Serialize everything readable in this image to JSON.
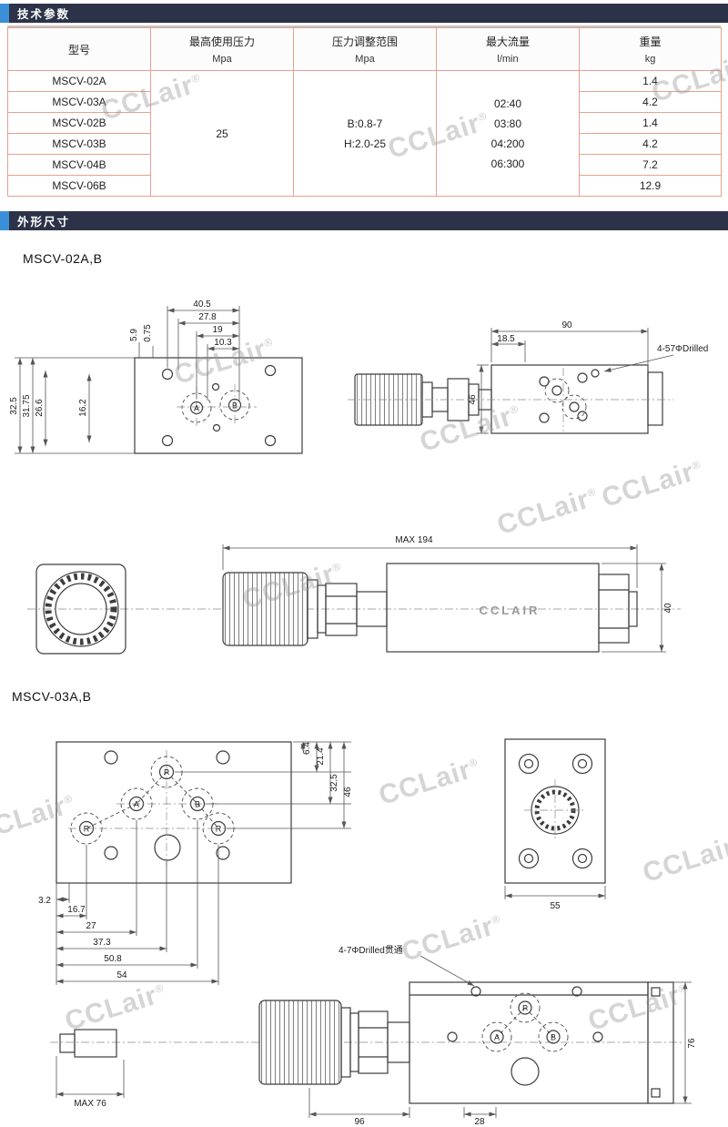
{
  "sections": {
    "tech": "技术参数",
    "dims": "外形尺寸"
  },
  "table": {
    "col_model": "型号",
    "col_pressure": "最高使用压力",
    "col_pressure_unit": "Mpa",
    "col_range": "压力调整范围",
    "col_range_unit": "Mpa",
    "col_flow": "最大流量",
    "col_flow_unit": "l/min",
    "col_weight": "重量",
    "col_weight_unit": "kg",
    "rows": [
      {
        "model": "MSCV-02A",
        "weight": "1.4"
      },
      {
        "model": "MSCV-03A",
        "weight": "4.2"
      },
      {
        "model": "MSCV-02B",
        "weight": "1.4"
      },
      {
        "model": "MSCV-03B",
        "weight": "4.2"
      },
      {
        "model": "MSCV-04B",
        "weight": "7.2"
      },
      {
        "model": "MSCV-06B",
        "weight": "12.9"
      }
    ],
    "pressure": "25",
    "range1": "B:0.8-7",
    "range2": "H:2.0-25",
    "flows": [
      "02:40",
      "03:80",
      "04:200",
      "06:300"
    ]
  },
  "watermark": {
    "text": "CCLair",
    "reg": "®"
  },
  "d02": {
    "title": "MSCV-02A,B",
    "dim_40_5": "40.5",
    "dim_27_8": "27.8",
    "dim_19": "19",
    "dim_10_3": "10.3",
    "dim_5_9": "5.9",
    "dim_0_75": "0.75",
    "dim_32_5": "32.5",
    "dim_31_75": "31.75",
    "dim_26_6": "26.6",
    "dim_16_2": "16.2",
    "port_a": "A",
    "port_b": "B",
    "dim_90": "90",
    "dim_18_5": "18.5",
    "dim_46": "46",
    "drill_note": "4-57ΦDrilled",
    "dim_max": "MAX  194",
    "dim_40": "40",
    "brand": "CCLAIR"
  },
  "d03": {
    "title": "MSCV-03A,B",
    "port_p": "P",
    "port_a": "A",
    "port_b": "B",
    "port_r": "R",
    "dim_6_4": "6.4",
    "dim_21_4": "21.4",
    "dim_32_5": "32.5",
    "dim_46": "46",
    "dim_3_2": "3.2",
    "dim_16_7": "16.7",
    "dim_27": "27",
    "dim_37_3": "37.3",
    "dim_50_8": "50.8",
    "dim_54": "54",
    "dim_55": "55",
    "drill_note": "4-7ΦDrilled贯通",
    "dim_max": "MAX 76",
    "dim_96": "96",
    "dim_28": "28",
    "dim_76": "76"
  }
}
